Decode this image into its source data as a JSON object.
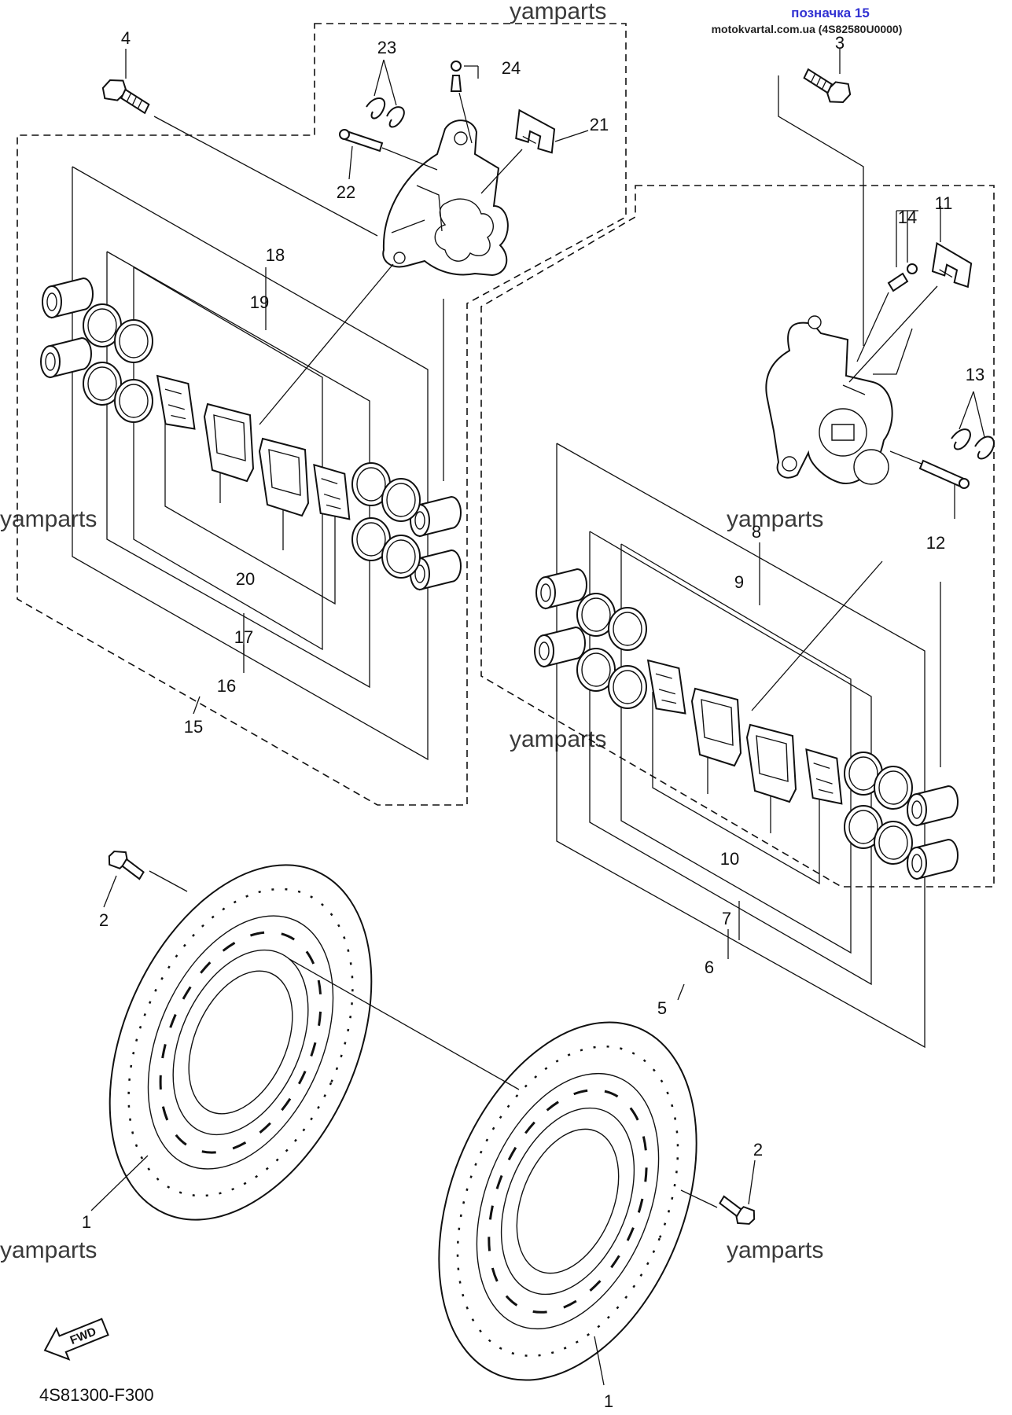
{
  "header": {
    "marker_label": "позначка 15",
    "site_ref": "motokvartal.com.ua (4S82580U0000)"
  },
  "watermarks": [
    "yamparts",
    "yamparts",
    "yamparts",
    "yamparts",
    "yamparts",
    "yamparts"
  ],
  "callouts": {
    "p1a": "1",
    "p1b": "1",
    "p2a": "2",
    "p2b": "2",
    "p3": "3",
    "p4": "4",
    "p5": "5",
    "p6": "6",
    "p7": "7",
    "p8": "8",
    "p9": "9",
    "p10": "10",
    "p11": "11",
    "p12": "12",
    "p13": "13",
    "p14": "14",
    "p15": "15",
    "p16": "16",
    "p17": "17",
    "p18": "18",
    "p19": "19",
    "p20": "20",
    "p21": "21",
    "p22": "22",
    "p23": "23",
    "p24": "24"
  },
  "direction_label": "FWD",
  "diagram_code": "4S81300-F300"
}
